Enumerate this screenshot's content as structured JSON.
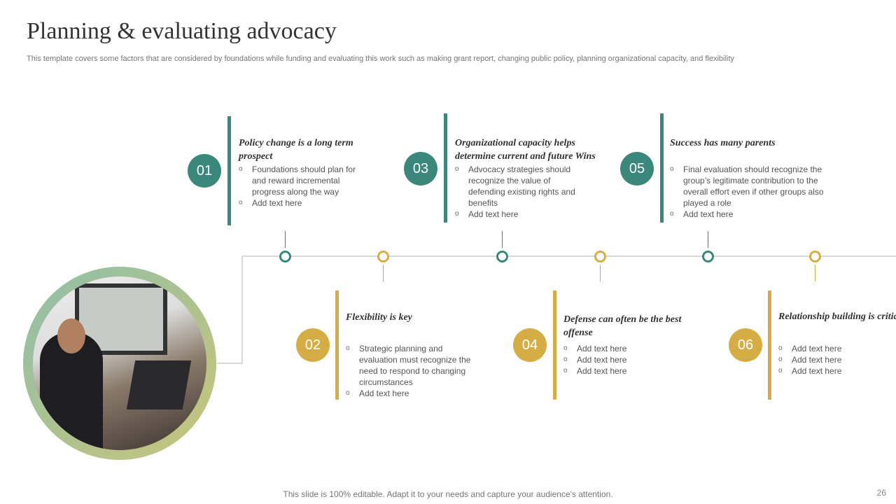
{
  "title": "Planning & evaluating advocacy",
  "subtitle": "This template covers some factors that are considered by foundations while funding and evaluating this work such as making grant report, changing public policy, planning organizational capacity, and flexibility",
  "colors": {
    "teal": "#3b877c",
    "gold": "#d4ae45"
  },
  "items": [
    {
      "number": "01",
      "title": "Policy change is a long term prospect",
      "bullets": [
        "Foundations should plan for and reward incremental progress along the way",
        "Add text here"
      ]
    },
    {
      "number": "02",
      "title": "Flexibility is key",
      "bullets": [
        "Strategic planning and evaluation must recognize the need to respond to changing circumstances",
        "Add text here"
      ]
    },
    {
      "number": "03",
      "title": "Organizational capacity helps determine current and future Wins",
      "bullets": [
        "Advocacy strategies should recognize the value of defending existing rights and benefits",
        "Add text here"
      ]
    },
    {
      "number": "04",
      "title": "Defense can often be the best offense",
      "bullets": [
        "Add text here",
        "Add text here",
        "Add text here"
      ]
    },
    {
      "number": "05",
      "title": "Success has many parents",
      "bullets": [
        "Final evaluation should recognize the group’s legitimate contribution to the overall effort even if other groups also played a role",
        "Add text here"
      ]
    },
    {
      "number": "06",
      "title": "Relationship building is critical",
      "bullets": [
        "Add text here",
        "Add text here",
        "Add text here"
      ]
    }
  ],
  "footer": "This slide is 100% editable. Adapt it to your needs and capture your audience's attention.",
  "page_number": "26"
}
